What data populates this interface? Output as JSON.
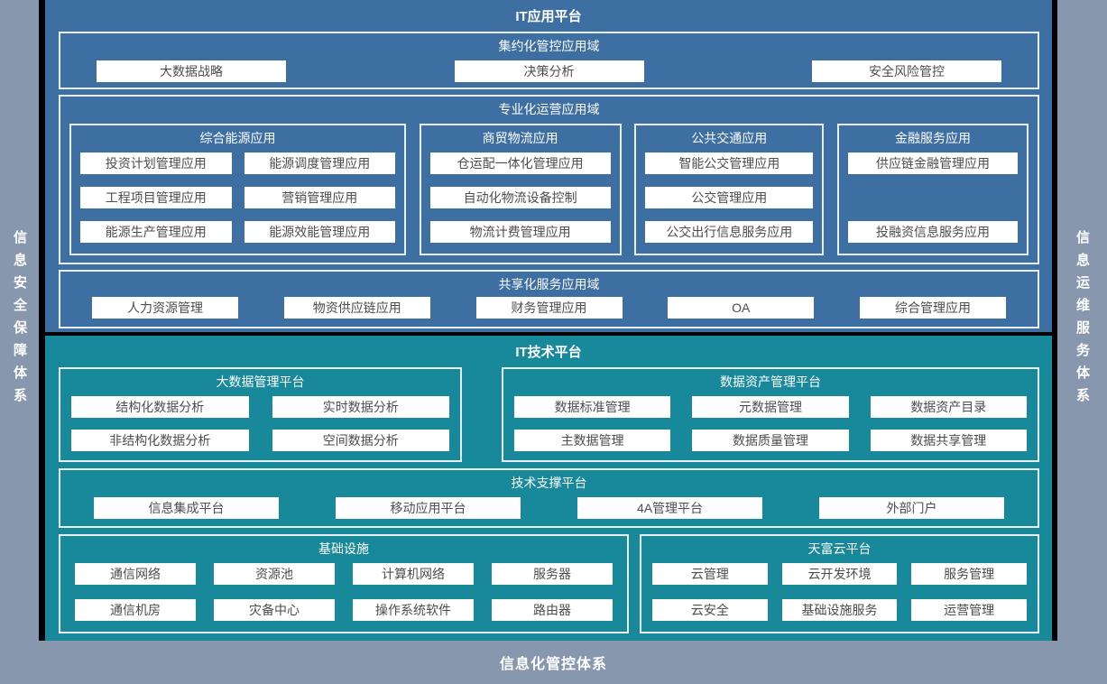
{
  "colors": {
    "app_blue": "#3E6FA3",
    "tech_teal": "#18899A",
    "frame_gray": "#8697AE",
    "divider_black": "#020305",
    "box_border": "#E9EFF5",
    "item_bg": "#FFFFFF",
    "item_text": "#4D4D4D"
  },
  "frame": {
    "left_label": "信息安全保障体系",
    "right_label": "信息运维服务体系",
    "bottom_label": "信息化管控体系"
  },
  "app_platform": {
    "title": "IT应用平台",
    "intensive": {
      "title": "集约化管控应用域",
      "items": [
        "大数据战略",
        "决策分析",
        "安全风险管控"
      ]
    },
    "professional": {
      "title": "专业化运营应用域",
      "groups": [
        {
          "title": "综合能源应用",
          "items": [
            "投资计划管理应用",
            "能源调度管理应用",
            "工程项目管理应用",
            "营销管理应用",
            "能源生产管理应用",
            "能源效能管理应用"
          ]
        },
        {
          "title": "商贸物流应用",
          "items": [
            "仓运配一体化管理应用",
            "自动化物流设备控制",
            "物流计费管理应用"
          ]
        },
        {
          "title": "公共交通应用",
          "items": [
            "智能公交管理应用",
            "公交管理应用",
            "公交出行信息服务应用"
          ]
        },
        {
          "title": "金融服务应用",
          "items": [
            "供应链金融管理应用",
            "投融资信息服务应用"
          ]
        }
      ]
    },
    "shared": {
      "title": "共享化服务应用域",
      "items": [
        "人力资源管理",
        "物资供应链应用",
        "财务管理应用",
        "OA",
        "综合管理应用"
      ]
    }
  },
  "tech_platform": {
    "title": "IT技术平台",
    "bigdata": {
      "title": "大数据管理平台",
      "items": [
        "结构化数据分析",
        "实时数据分析",
        "非结构化数据分析",
        "空间数据分析"
      ]
    },
    "data_asset": {
      "title": "数据资产管理平台",
      "items": [
        "数据标准管理",
        "元数据管理",
        "数据资产目录",
        "主数据管理",
        "数据质量管理",
        "数据共享管理"
      ]
    },
    "tech_support": {
      "title": "技术支撑平台",
      "items": [
        "信息集成平台",
        "移动应用平台",
        "4A管理平台",
        "外部门户"
      ]
    },
    "infrastructure": {
      "title": "基础设施",
      "items": [
        "通信网络",
        "资源池",
        "计算机网络",
        "服务器",
        "通信机房",
        "灾备中心",
        "操作系统软件",
        "路由器"
      ]
    },
    "cloud": {
      "title": "天富云平台",
      "items": [
        "云管理",
        "云开发环境",
        "服务管理",
        "云安全",
        "基础设施服务",
        "运营管理"
      ]
    }
  }
}
